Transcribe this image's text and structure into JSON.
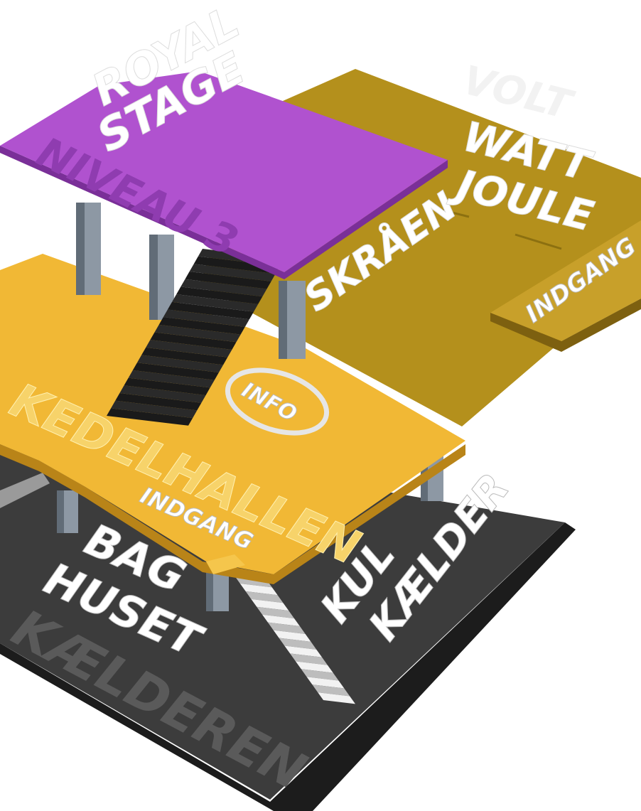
{
  "colors": {
    "basement_top": "#3c3c3c",
    "basement_edge": "#1c1c1c",
    "basement_text": "#5a5a5a",
    "yellow_top": "#f1b835",
    "yellow_edge": "#b98418",
    "yellow_text": "#f7d36a",
    "olive_top": "#b4901c",
    "olive_edge": "#7d6010",
    "purple_top": "#b052cf",
    "purple_edge": "#7a2f98",
    "purple_text": "#8f3cb0",
    "pillar": "#8d98a4",
    "pillar_dark": "#616c77",
    "stair_dark": "#2a2a2a",
    "stair_light": "#e6e6e6",
    "white_text": "#ffffff"
  },
  "levels": {
    "level3": {
      "name": "NIVEAU 3",
      "stage_line1": "ROYAL",
      "stage_line2": "STAGE",
      "slope": "SKRÅEN"
    },
    "volt_area": {
      "line1": "VOLT",
      "line2": "WATT",
      "line3": "JOULE",
      "entrance": "INDGANG"
    },
    "main": {
      "name": "KEDELHALLEN",
      "entrance": "INDGANG",
      "info": "INFO"
    },
    "basement": {
      "name": "KÆLDEREN",
      "bag_line1": "BAG",
      "bag_line2": "HUSET",
      "kul_line1": "KUL",
      "kul_line2": "KÆLDER"
    }
  }
}
